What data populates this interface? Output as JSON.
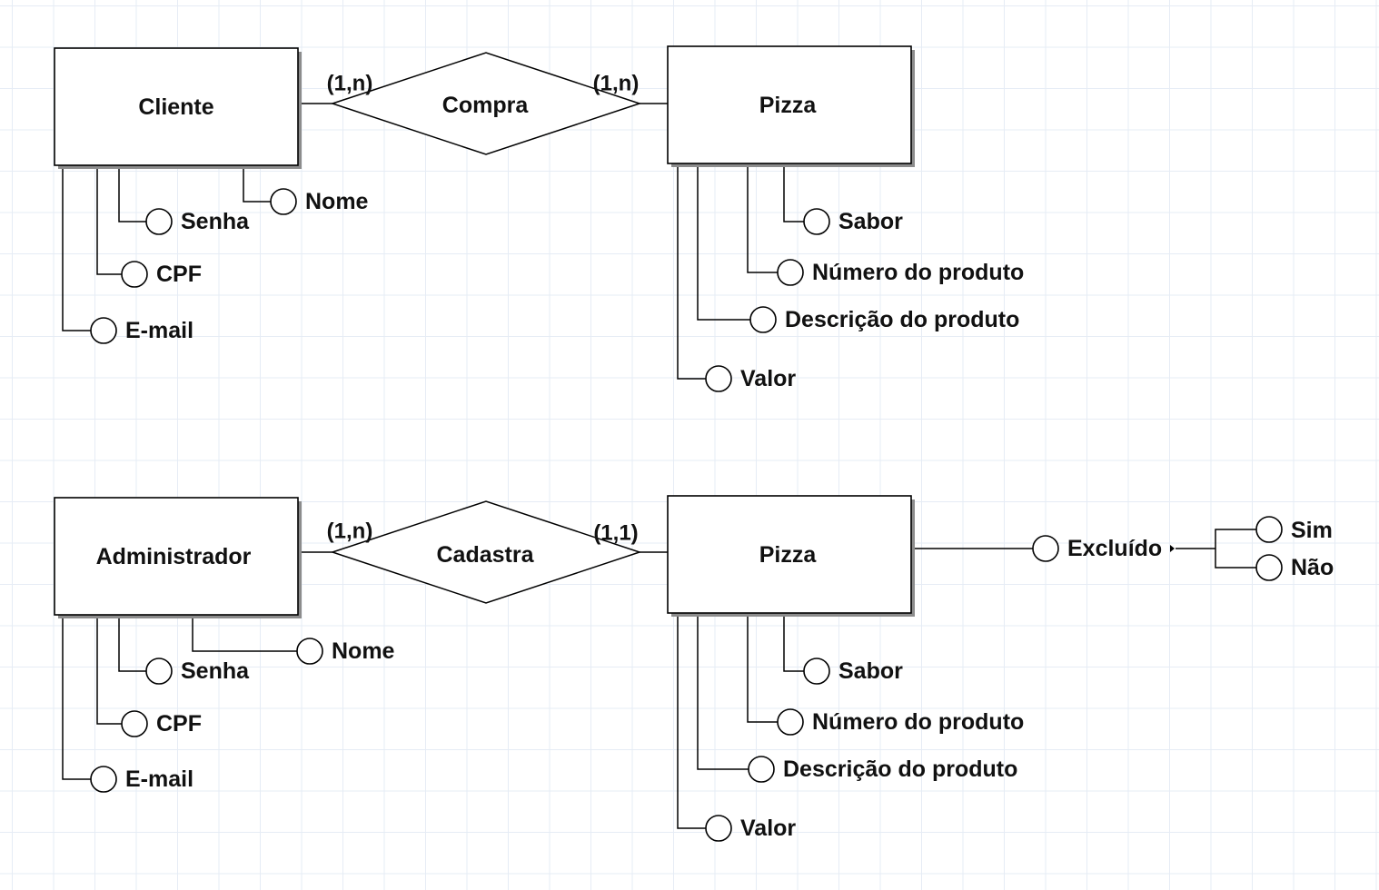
{
  "diagram": {
    "entities": {
      "cliente": "Cliente",
      "pizza_top": "Pizza",
      "administrador": "Administrador",
      "pizza_bottom": "Pizza"
    },
    "relationships": {
      "compra": "Compra",
      "cadastra": "Cadastra"
    },
    "cardinalities": {
      "compra_cliente": "(1,n)",
      "compra_pizza": "(1,n)",
      "cadastra_admin": "(1,n)",
      "cadastra_pizza": "(1,1)"
    },
    "attributes": {
      "cliente": [
        "Nome",
        "Senha",
        "CPF",
        "E-mail"
      ],
      "pizza_top": [
        "Sabor",
        "Número do produto",
        "Descrição do produto",
        "Valor"
      ],
      "administrador": [
        "Nome",
        "Senha",
        "CPF",
        "E-mail"
      ],
      "pizza_bottom": [
        "Sabor",
        "Número do produto",
        "Descrição do produto",
        "Valor"
      ],
      "excluido": "Excluído",
      "excluido_options": [
        "Sim",
        "Não"
      ]
    }
  }
}
